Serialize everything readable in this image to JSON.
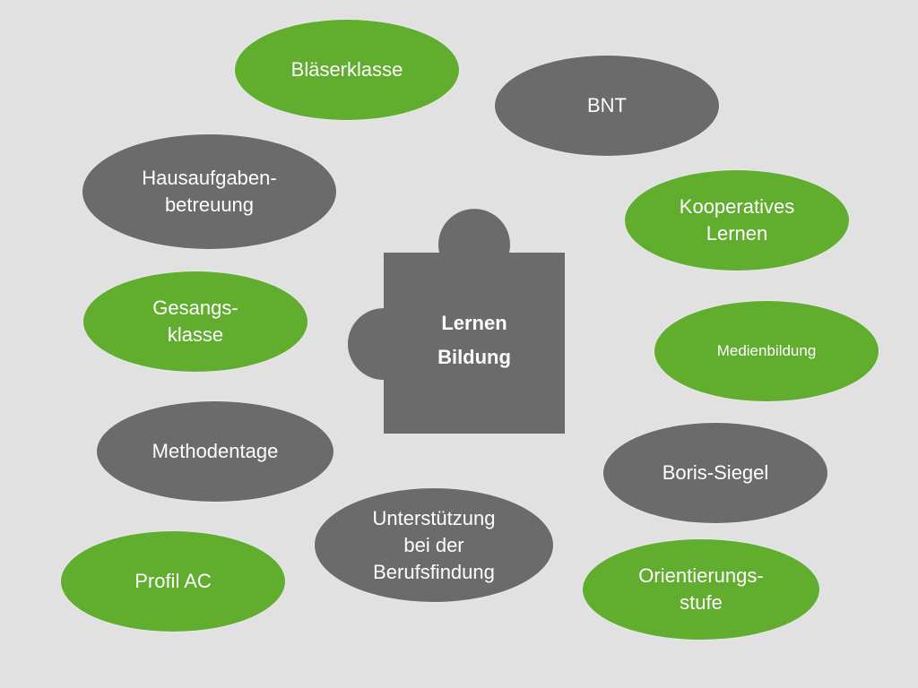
{
  "colors": {
    "green": "#61ad2f",
    "gray": "#6b6b6b",
    "background": "#e1e1e1"
  },
  "center": {
    "line1": "Lernen",
    "line2": "Bildung"
  },
  "nodes": {
    "blaeserklasse": "Bläserklasse",
    "bnt": "BNT",
    "hausaufgaben": "Hausaufgaben-\nbetreuung",
    "kooperatives": "Kooperatives\nLernen",
    "gesang": "Gesangs-\nklasse",
    "medienbildung": "Medienbildung",
    "methodentage": "Methodentage",
    "boris": "Boris-Siegel",
    "unterstuetzung": "Unterstützung\nbei der\nBerufsfindung",
    "profil": "Profil AC",
    "orientierung": "Orientierungs-\nstufe"
  }
}
